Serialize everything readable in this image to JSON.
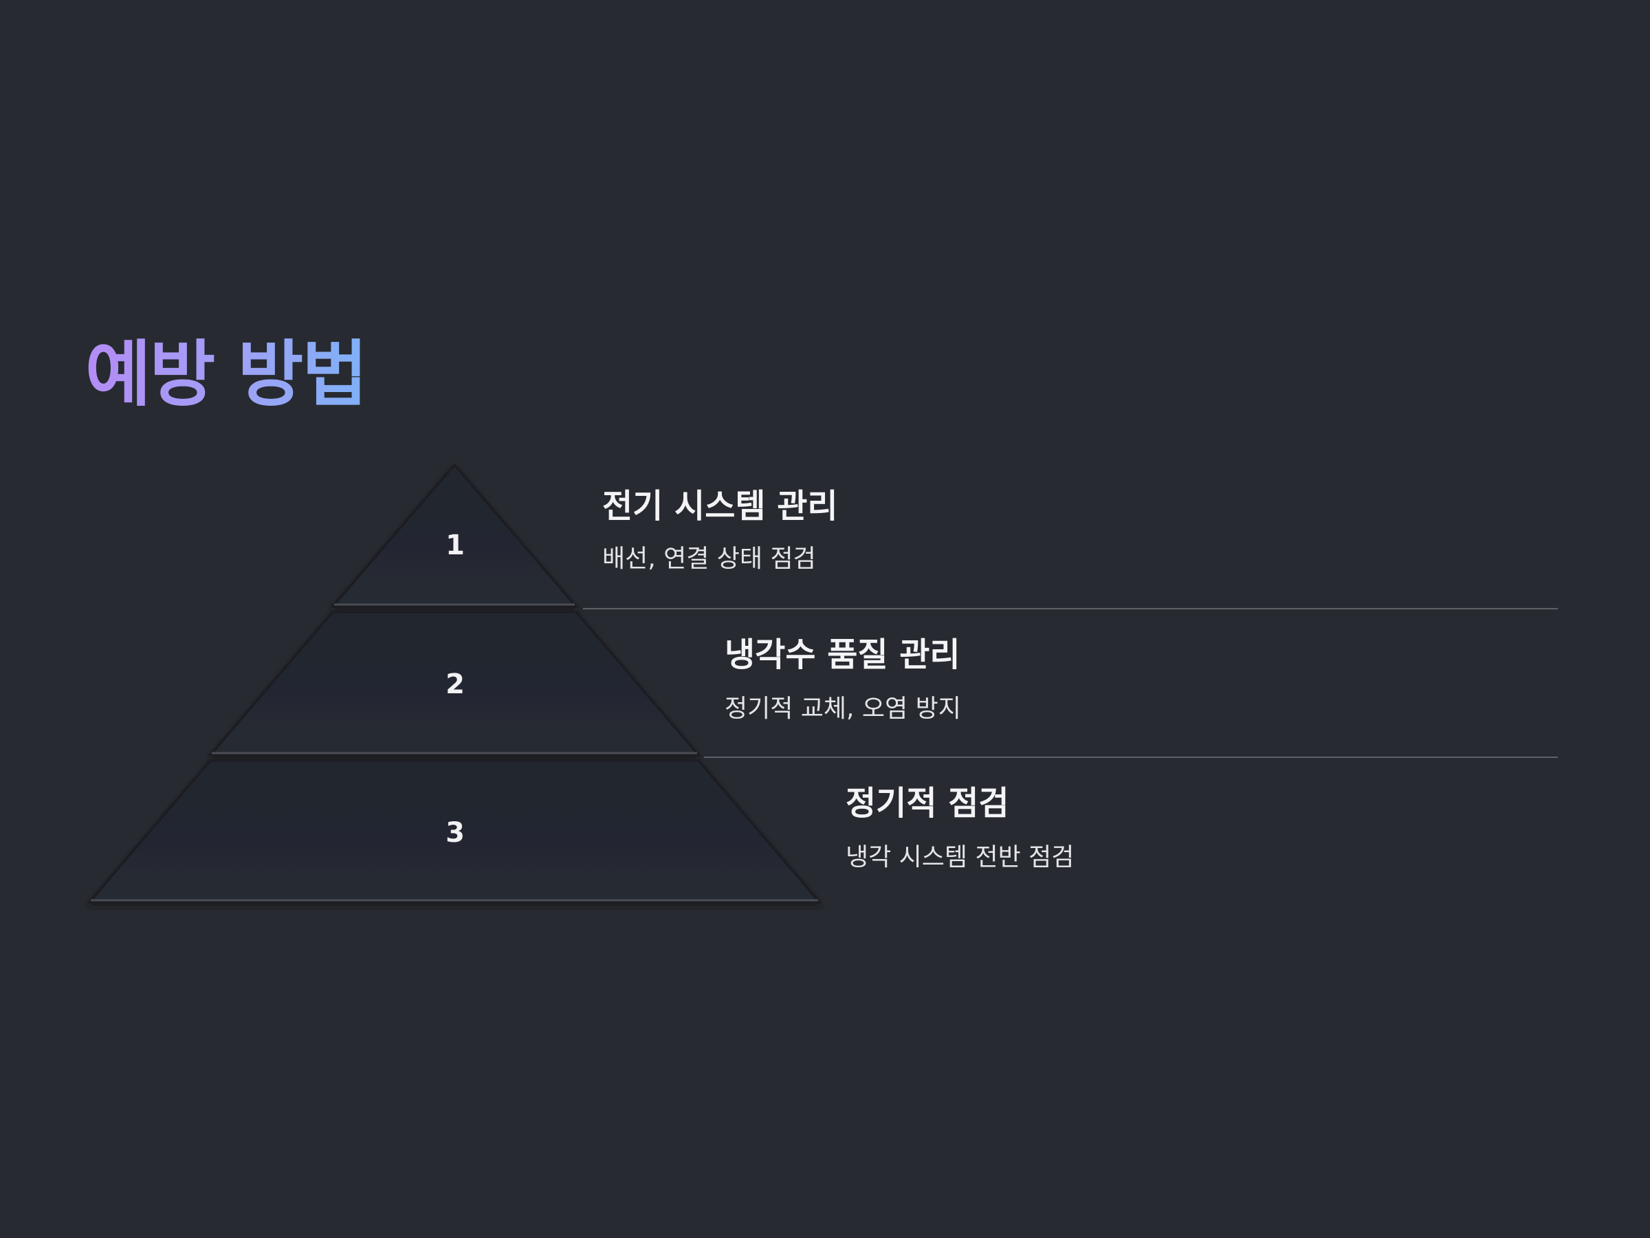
{
  "slide": {
    "title": "예방 방법",
    "title_gradient": [
      "#b48cf5",
      "#7fb1f7"
    ],
    "background": "#272a30"
  },
  "tiers": [
    {
      "number": "1",
      "title": "전기 시스템 관리",
      "description": "배선, 연결 상태 점검"
    },
    {
      "number": "2",
      "title": "냉각수 품질 관리",
      "description": "정기적 교체, 오염 방지"
    },
    {
      "number": "3",
      "title": "정기적 점검",
      "description": "냉각 시스템 전반 점검"
    }
  ]
}
